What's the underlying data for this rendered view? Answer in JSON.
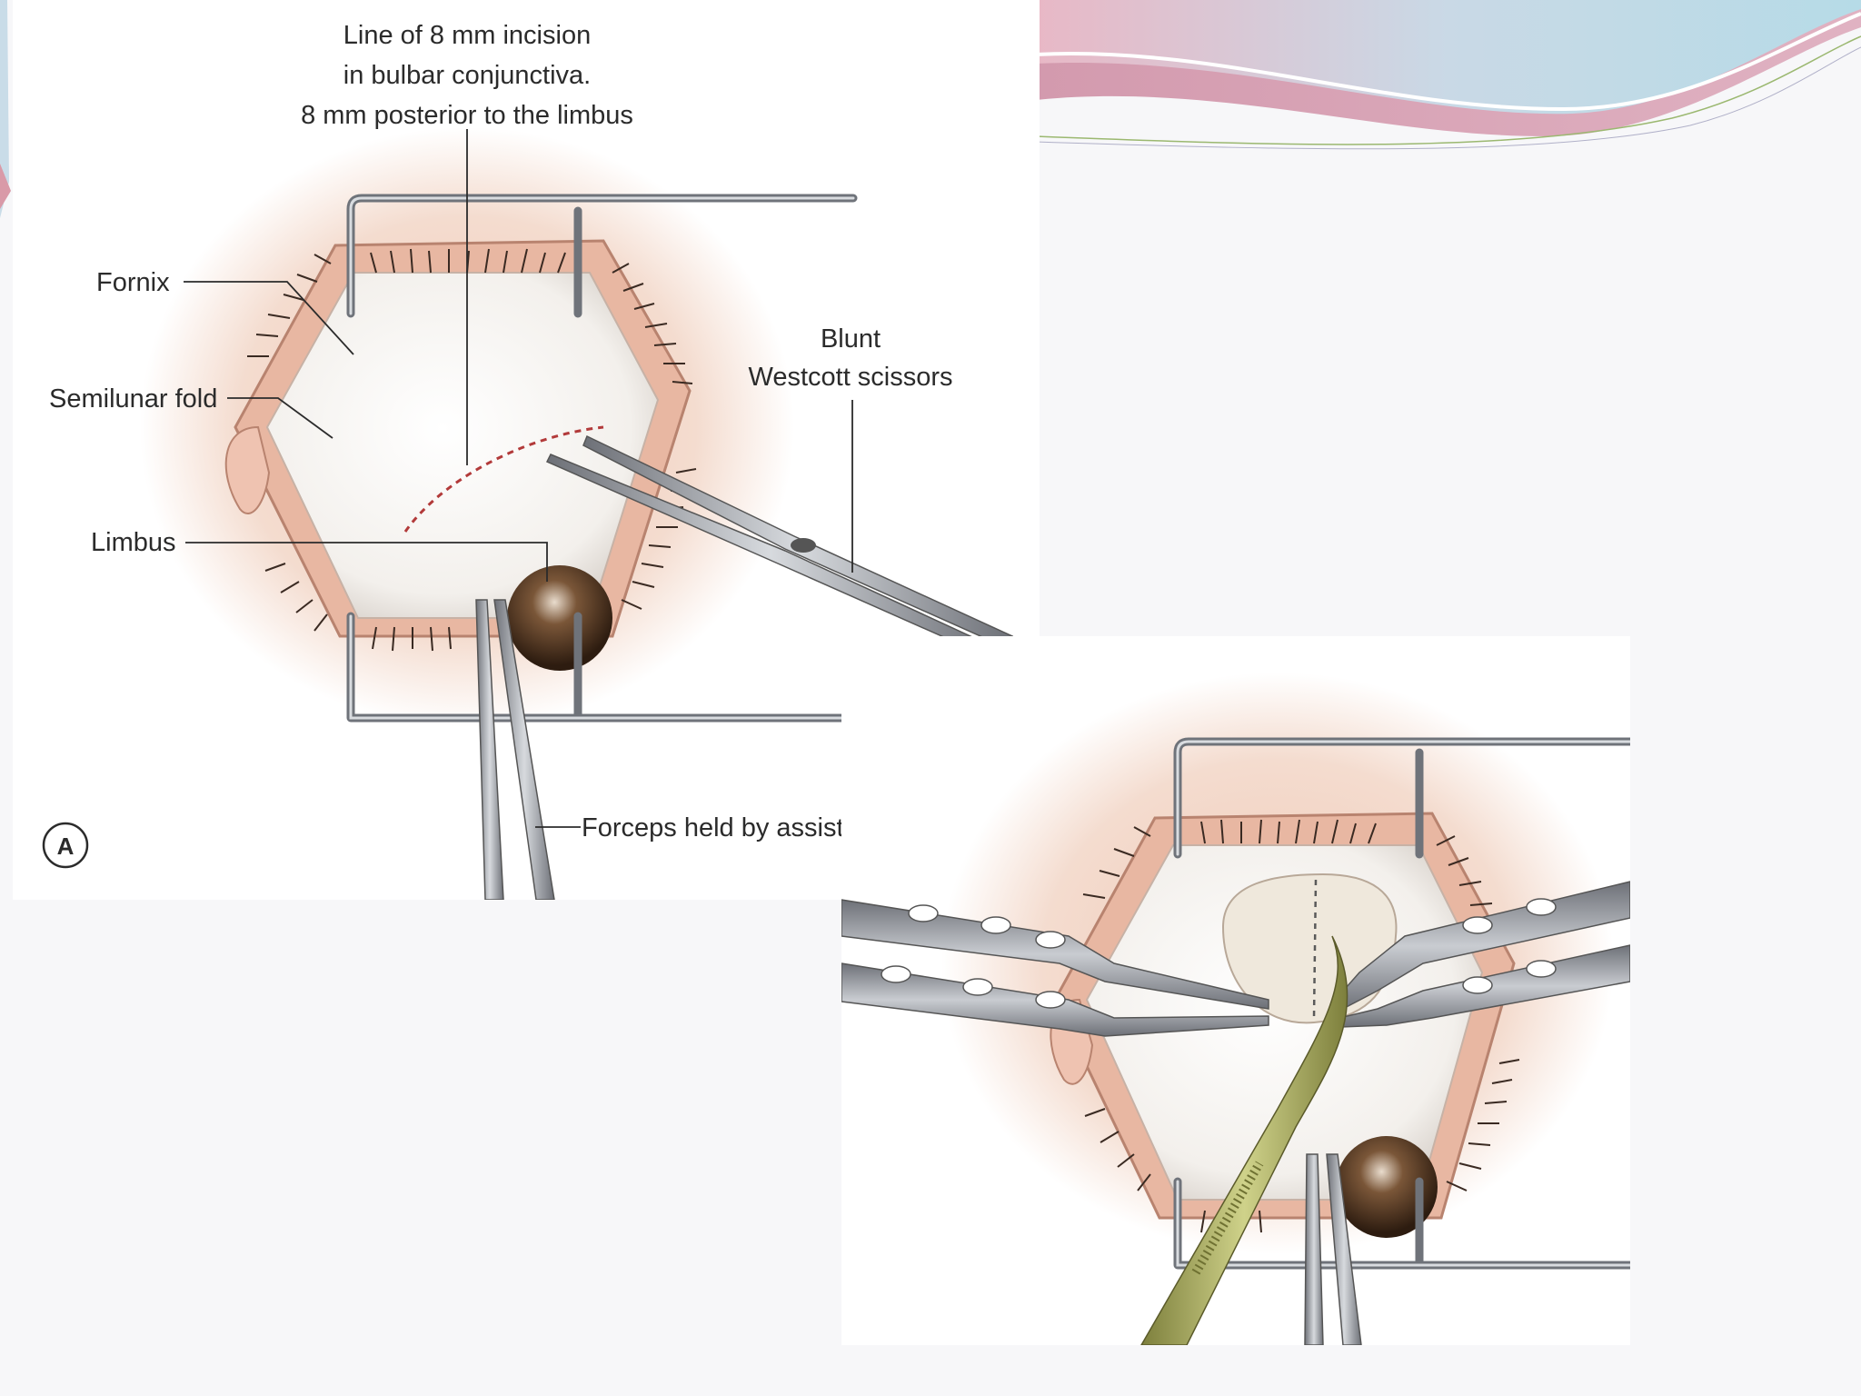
{
  "figure_a": {
    "incision_label": [
      "Line of 8 mm incision",
      "in bulbar conjunctiva.",
      "8 mm posterior to the limbus"
    ],
    "fornix_label": "Fornix",
    "semilunar_label": "Semilunar fold",
    "limbus_label": "Limbus",
    "scissors_label": [
      "Blunt",
      "Westcott scissors"
    ],
    "forceps_label": "Forceps held by assist",
    "panel_letter": "A"
  },
  "colors": {
    "skin": "#f1d2c2",
    "lid": "#e9b9a5",
    "globe": "#f8f6f3",
    "speculum": "#7c7f85",
    "instrument": "#9aa0a8",
    "iris": "#5a3a22",
    "needle_holder": "#9a9d55",
    "header_wave_pink": "#d9a9b8",
    "header_wave_blue": "#a9d6e4"
  }
}
